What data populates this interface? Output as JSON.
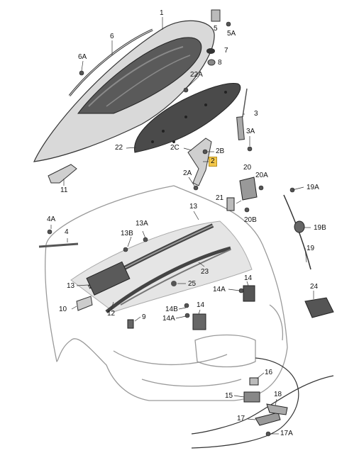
{
  "diagram": {
    "labels": {
      "l1": "1",
      "l2": "2",
      "l2A": "2A",
      "l2B": "2B",
      "l2C": "2C",
      "l3": "3",
      "l3A": "3A",
      "l4": "4",
      "l4A": "4A",
      "l5": "5",
      "l5A": "5A",
      "l6": "6",
      "l6A": "6A",
      "l7": "7",
      "l8": "8",
      "l9": "9",
      "l10": "10",
      "l11": "11",
      "l12": "12",
      "l13": "13",
      "l13A": "13A",
      "l13B": "13B",
      "l13c": "13",
      "l14a": "14",
      "l14b": "14",
      "l14A": "14A",
      "l14Ab": "14A",
      "l14B": "14B",
      "l15": "15",
      "l16": "16",
      "l17": "17",
      "l17A": "17A",
      "l18": "18",
      "l19": "19",
      "l19A": "19A",
      "l19B": "19B",
      "l20": "20",
      "l20A": "20A",
      "l20B": "20B",
      "l21": "21",
      "l22": "22",
      "l22A": "22A",
      "l23": "23",
      "l24": "24",
      "l25": "25"
    },
    "highlight_color": "#f3c74a"
  }
}
